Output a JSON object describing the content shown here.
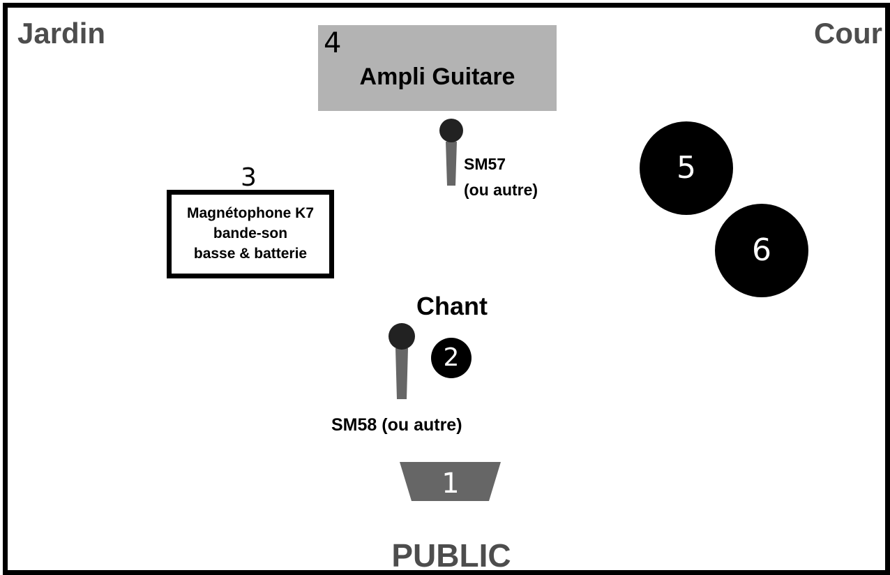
{
  "stage": {
    "left_label": "Jardin",
    "right_label": "Cour",
    "audience_label": "PUBLIC"
  },
  "items": {
    "ampli": {
      "number": "4",
      "label": "Ampli Guitare"
    },
    "magnetophone": {
      "number": "3",
      "lines": [
        "Magnétophone K7",
        "bande-son",
        "basse & batterie"
      ]
    },
    "mic_guitar": {
      "line1": "SM57",
      "line2": "(ou autre)",
      "icon": "microphone-icon"
    },
    "vocal": {
      "title": "Chant",
      "mic_label": "SM58 (ou autre)",
      "number": "2",
      "icon": "microphone-icon"
    },
    "monitor_5": {
      "number": "5"
    },
    "monitor_6": {
      "number": "6"
    },
    "wedge": {
      "number": "1",
      "icon": "wedge-monitor-icon"
    }
  },
  "colors": {
    "border": "#000000",
    "corner_text": "#4d4d4d",
    "ampli_fill": "#b3b3b3",
    "mic_body": "#666666",
    "wedge_fill": "#666666"
  }
}
